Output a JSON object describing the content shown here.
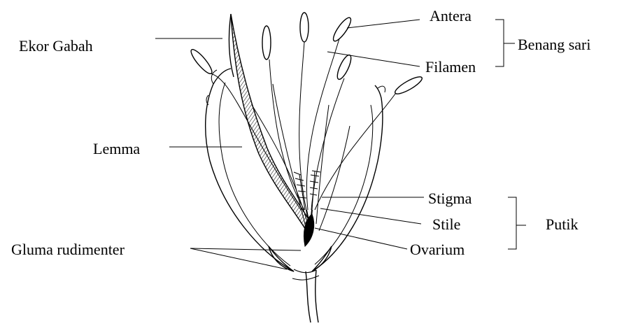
{
  "labels": {
    "ekor_gabah": "Ekor Gabah",
    "lemma": "Lemma",
    "gluma_rudimenter": "Gluma rudimenter",
    "antera": "Antera",
    "filamen": "Filamen",
    "benang_sari": "Benang sari",
    "stigma": "Stigma",
    "stile": "Stile",
    "ovarium": "Ovarium",
    "putik": "Putik"
  }
}
